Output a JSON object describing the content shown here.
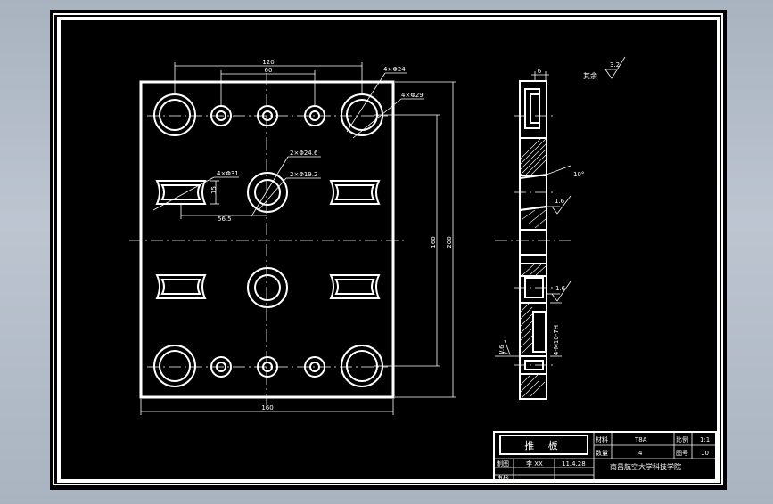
{
  "plan_dimensions": {
    "width_120": "120",
    "width_60": "60",
    "hole_4x24": "4×Φ24",
    "hole_4x29": "4×Φ29",
    "slot_4x31": "4×Φ31",
    "slot_15": "15",
    "slot_56_5": "56.5",
    "center_2x24_6": "2×Φ24.6",
    "center_2x19_2": "2×Φ19.2",
    "height_160": "160",
    "height_200": "200",
    "bottom_160": "160"
  },
  "section_dimensions": {
    "top_6": "6",
    "roughness_rest": "其余",
    "roughness_rest_value": "3.2",
    "angle_10": "10°",
    "roughness_a": "1.6",
    "roughness_b": "1.6",
    "roughness_c": "1.6",
    "thread_label": "4-M10-7H"
  },
  "title_block": {
    "part_name": "推  板",
    "material_label": "材料",
    "material_value": "T8A",
    "scale_label": "比例",
    "scale_value": "1:1",
    "qty_label": "数量",
    "qty_value": "4",
    "drawing_no_label": "图号",
    "drawing_no_value": "10",
    "drawn_label": "制图",
    "drawn_name": "李 XX",
    "drawn_date": "11.4.28",
    "check_label": "审核",
    "school": "南昌航空大学科技学院"
  },
  "colors": {
    "frame_bg": "#000000",
    "lines": "#ffffff",
    "window_bg": "#b2bcc8"
  }
}
